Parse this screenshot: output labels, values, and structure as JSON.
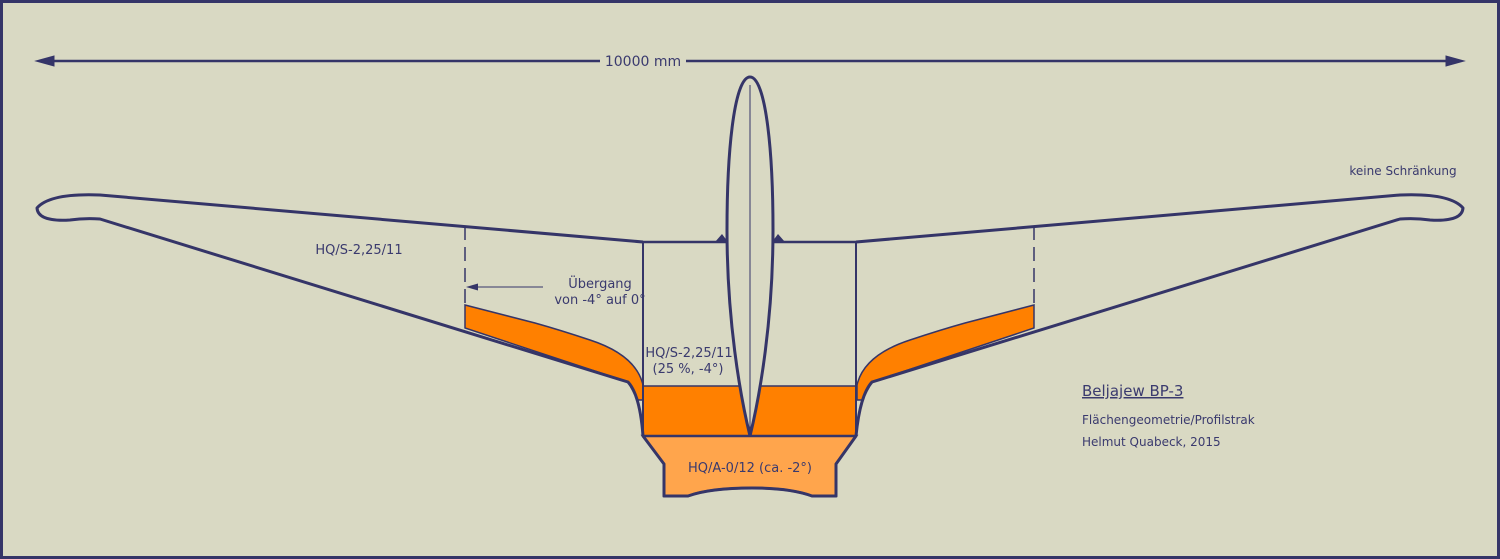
{
  "dimension": {
    "label": "10000 mm"
  },
  "labels": {
    "no_washout": "keine Schränkung",
    "outer_profile": "HQ/S-2,25/11",
    "transition_line1": "Übergang",
    "transition_line2": "von -4° auf 0°",
    "inner_profile_line1": "HQ/S-2,25/11",
    "inner_profile_line2": "(25 %, -4°)",
    "root_profile": "HQ/A-0/12 (ca. -2°)"
  },
  "title_block": {
    "title": "Beljajew BP-3",
    "subtitle": "Flächengeometrie/Profilstrak",
    "author": "Helmut Quabeck, 2015"
  },
  "colors": {
    "background": "#d9d9c3",
    "outline": "#353568",
    "orange": "#ff8000",
    "light_orange": "#ffa54c"
  }
}
